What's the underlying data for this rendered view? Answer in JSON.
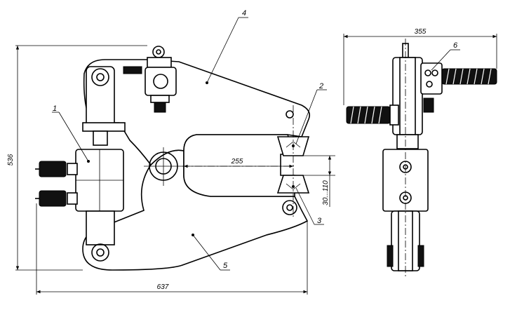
{
  "dimensions": {
    "height_total": "536",
    "width_total": "637",
    "throat_depth": "255",
    "jaw_opening": "30...110",
    "side_width": "355"
  },
  "callouts": [
    "1",
    "2",
    "3",
    "4",
    "5",
    "6"
  ]
}
